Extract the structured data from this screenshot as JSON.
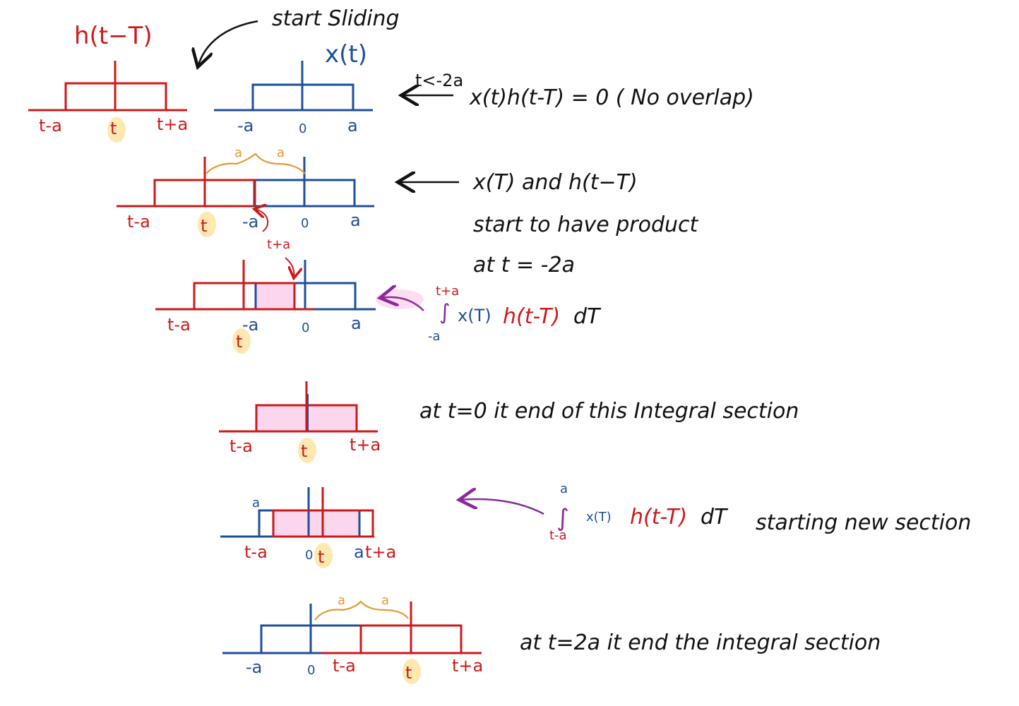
{
  "title": {
    "h_label": "h(t−T)",
    "x_label": "x(t)",
    "start_sliding": "start Sliding"
  },
  "row1": {
    "h_ticks": [
      "t-a",
      "t",
      "t+a"
    ],
    "x_ticks": [
      "-a",
      "0",
      "a"
    ],
    "cond": "t<-2a",
    "note": "x(t)h(t-T) = 0 ( No overlap)"
  },
  "row2": {
    "ticks_red": [
      "t-a",
      "t"
    ],
    "ticks_blue": [
      "-a",
      "0",
      "a"
    ],
    "brace_a": [
      "a",
      "a"
    ],
    "tplusa": "t+a",
    "note_line1": "x(T) and h(t−T)",
    "note_line2": "start to have product",
    "note_line3": "at t = -2a"
  },
  "row3": {
    "ticks_red": [
      "t-a",
      "t"
    ],
    "ticks_blue": [
      "-a",
      "0",
      "a"
    ],
    "int_upper": "t+a",
    "int_lower": "-a",
    "integrand_x": "x(T)",
    "integrand_h": "h(t-T)",
    "integrand_d": "dT"
  },
  "row4": {
    "ticks_red": [
      "t-a",
      "t",
      "t+a"
    ],
    "note": "at t=0 it end of this Integral section"
  },
  "row5": {
    "ticks_red": [
      "t-a",
      "t",
      "t+a"
    ],
    "ticks_blue": [
      "a",
      "0",
      "a"
    ],
    "int_upper": "a",
    "int_lower": "t-a",
    "integrand_x": "x(T)",
    "integrand_h": "h(t-T)",
    "integrand_d": "dT",
    "note": "starting new section"
  },
  "row6": {
    "ticks_blue": [
      "-a",
      "0"
    ],
    "ticks_red": [
      "t-a",
      "t",
      "t+a"
    ],
    "brace_a": [
      "a",
      "a"
    ],
    "note": "at t=2a it end the integral section"
  },
  "colors": {
    "red": "#cc1a1a",
    "blue": "#1f4f9a",
    "pink": "#fcd6ec",
    "highlight": "#fde8b0",
    "orange": "#e69a2e",
    "purple": "#8a2a9a"
  }
}
